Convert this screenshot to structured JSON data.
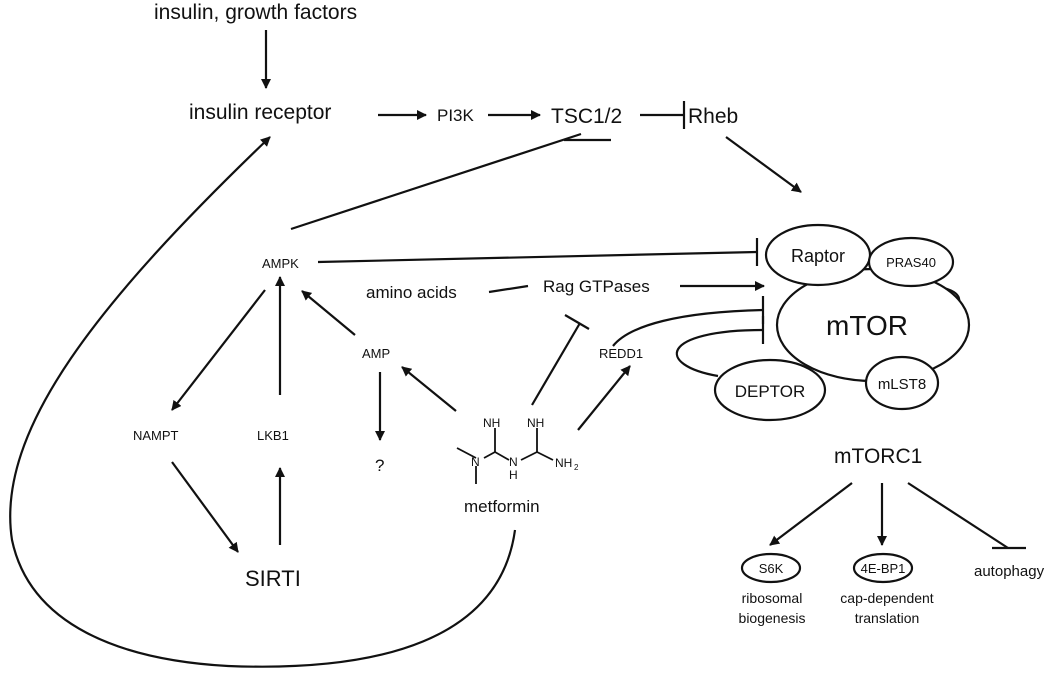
{
  "diagram": {
    "colors": {
      "ink": "#111111",
      "background": "#ffffff"
    },
    "labels": {
      "insulin_growth_factors": "insulin, growth factors",
      "insulin_receptor": "insulin receptor",
      "pi3k": "PI3K",
      "tsc": "TSC1/2",
      "rheb": "Rheb",
      "ampk": "AMPK",
      "amino_acids": "amino acids",
      "rag_gtpases": "Rag GTPases",
      "amp": "AMP",
      "redd1": "REDD1",
      "nampt": "NAMPT",
      "lkb1": "LKB1",
      "question": "?",
      "sirt1": "SIRTI",
      "metformin": "metformin",
      "mtorc1": "mTORC1",
      "raptor": "Raptor",
      "pras40": "PRAS40",
      "mtor": "mTOR",
      "deptor": "DEPTOR",
      "mlst8": "mLST8",
      "s6k": "S6K",
      "fourebp1": "4E-BP1",
      "ribosomal": "ribosomal",
      "biogenesis": "biogenesis",
      "cap_dependent": "cap-dependent",
      "translation": "translation",
      "autophagy": "autophagy"
    },
    "molecule": {
      "nh_left": "NH",
      "nh_right": "NH",
      "n_center": "N",
      "h_center": "H",
      "nh2": "NH",
      "subscript_2": "2",
      "n_left": "N"
    }
  }
}
